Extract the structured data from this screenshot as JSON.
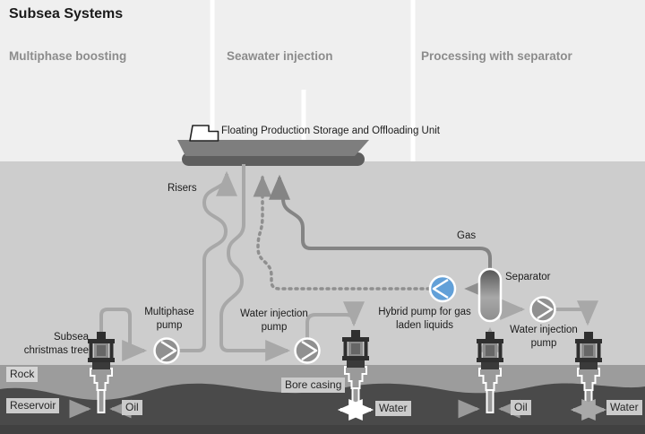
{
  "header": {
    "title": "Subsea Systems",
    "sections": [
      {
        "label": "Multiphase boosting"
      },
      {
        "label": "Seawater injection"
      },
      {
        "label": "Processing with separator"
      }
    ]
  },
  "diagram": {
    "fpso_label": "Floating Production Storage and Offloading Unit",
    "risers_label": "Risers",
    "gas_label": "Gas",
    "separator_label": "Separator",
    "multiphase_pump_label": "Multiphase pump",
    "water_injection_pump_mid_label": "Water injection pump",
    "water_injection_pump_right_label": "Water injection pump",
    "hybrid_pump_label": "Hybrid pump for gas laden liquids",
    "subsea_tree_label": "Subsea christmas tree"
  },
  "ground": {
    "rock_label": "Rock",
    "reservoir_label": "Reservoir",
    "bore_casing_label": "Bore casing",
    "oil_label_left": "Oil",
    "oil_label_right": "Oil",
    "water_label_mid": "Water",
    "water_label_right": "Water"
  },
  "colors": {
    "panel_gray": "#efefef",
    "sea_gray": "#cdcdcd",
    "rock_gray": "#9c9c9c",
    "reservoir_dark": "#4a4a4a",
    "pipe_gray": "#a8a8a8",
    "gas_pipe_gray": "#848484",
    "pump_gray": "#909090",
    "hybrid_pump_blue": "#62a0d8",
    "ship_gray": "#7e7e7e"
  }
}
